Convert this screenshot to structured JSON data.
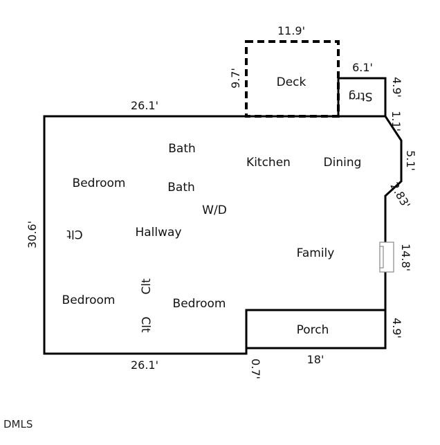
{
  "rooms": {
    "bath1": "Bath",
    "bath2": "Bath",
    "kitchen": "Kitchen",
    "dining": "Dining",
    "bedroom_nw": "Bedroom",
    "wd": "W/D",
    "closet_w": "Clt",
    "hallway": "Hallway",
    "family": "Family",
    "bedroom_sw": "Bedroom",
    "closet_c1": "Clt",
    "closet_c2": "Clt",
    "bedroom_s": "Bedroom",
    "porch": "Porch",
    "deck": "Deck",
    "storage": "Strg"
  },
  "dimensions": {
    "deck_width": "11.9'",
    "deck_depth": "9.7'",
    "storage_width": "6.1'",
    "storage_depth": "4.9'",
    "top_width": "26.1'",
    "notch_1": "1.1'",
    "angle_1": "5.1'",
    "angle_2": "2.83'",
    "left_depth": "30.6'",
    "family_right": "14.8'",
    "porch_depth": "4.9'",
    "bottom_width": "26.1'",
    "step": "0.7'",
    "porch_width": "18'"
  },
  "watermark": "DMLS"
}
